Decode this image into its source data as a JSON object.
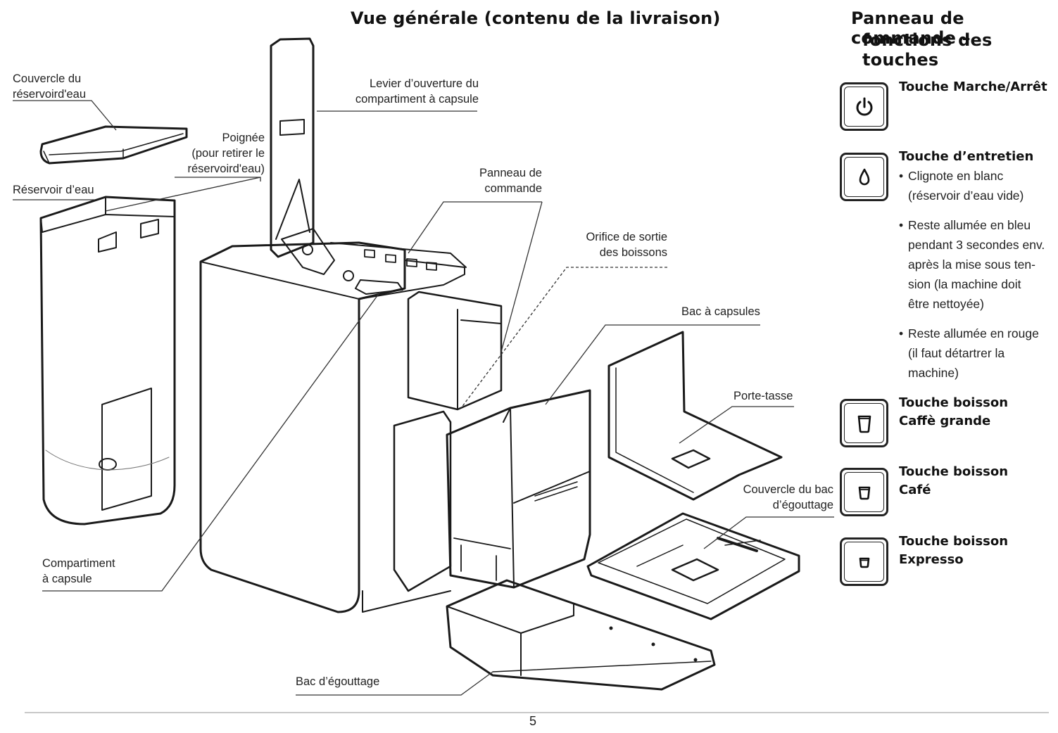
{
  "titles": {
    "overview": "Vue générale (contenu de la livraison)",
    "panel_line1": "Panneau de commande –",
    "panel_line2": "fonctions des touches"
  },
  "labels": {
    "lid": [
      "Couvercle du",
      "réservoird'eau"
    ],
    "handle": [
      "Poignée",
      "(pour  retirer le",
      "réservoird'eau)"
    ],
    "reservoir": "Réservoir d’eau",
    "lever": [
      "Levier d’ouverture du",
      "compartiment à capsule"
    ],
    "control_panel": [
      "Panneau de",
      "commande"
    ],
    "outlet": [
      "Orifice de sortie",
      "des boissons"
    ],
    "capsule_bin": "Bac à capsules",
    "cup_holder": "Porte-tasse",
    "drip_cover": [
      "Couvercle du bac",
      "d’égouttage"
    ],
    "capsule_compartment": [
      "Compartiment",
      "à capsule"
    ],
    "drip_tray": "Bac d’égouttage"
  },
  "buttons": [
    {
      "icon": "power-icon",
      "title": [
        "Touche Marche/Arrêt"
      ]
    },
    {
      "icon": "water-drop-icon",
      "title": [
        "Touche d’entretien"
      ],
      "bullets": [
        [
          "Clignote en blanc",
          "(réservoir d’eau vide)"
        ],
        [
          "Reste allumée en bleu",
          "pendant 3 secondes env.",
          "après la mise sous ten-",
          "sion (la machine doit",
          "être nettoyée)"
        ],
        [
          "Reste allumée en rouge",
          "(il faut détartrer la",
          "machine)"
        ]
      ]
    },
    {
      "icon": "large-cup-icon",
      "title": [
        "Touche boisson",
        "Caffè grande"
      ]
    },
    {
      "icon": "medium-cup-icon",
      "title": [
        "Touche boisson",
        "Café"
      ]
    },
    {
      "icon": "small-cup-icon",
      "title": [
        "Touche boisson",
        "Expresso"
      ]
    }
  ],
  "page_number": "5"
}
